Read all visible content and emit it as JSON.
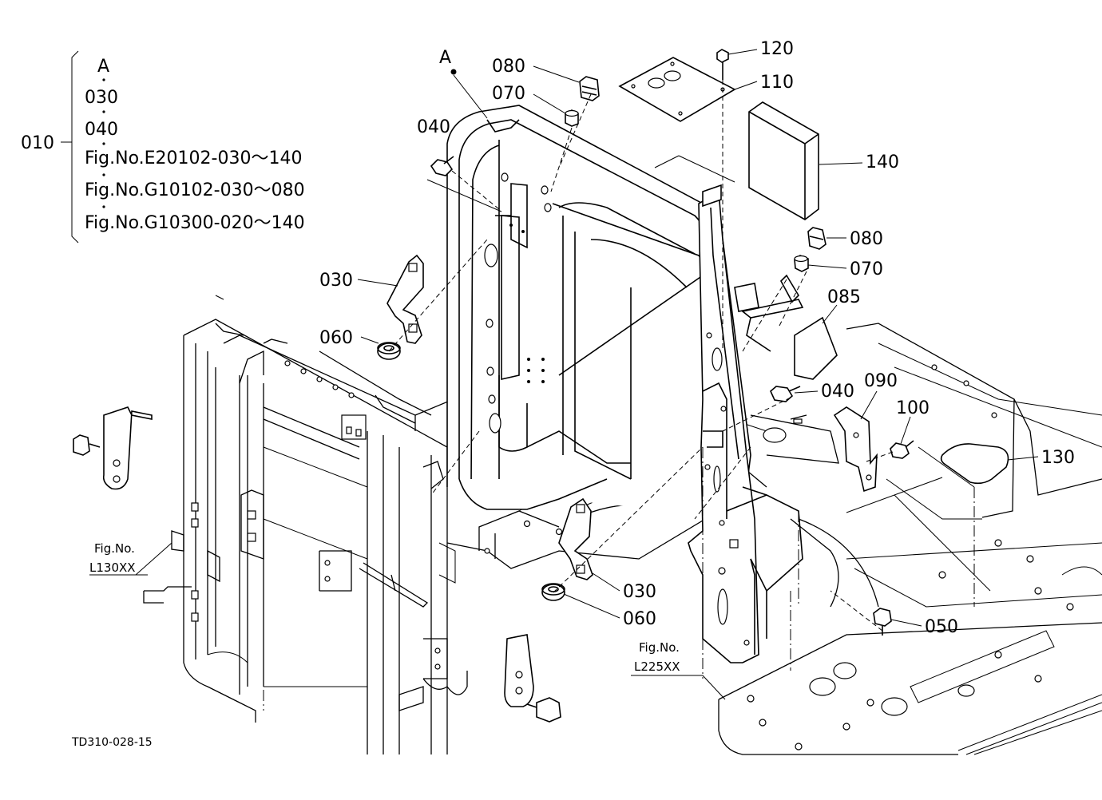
{
  "legend": {
    "assembly_code": "010",
    "items": [
      "A",
      "030",
      "040",
      "Fig.No.E20102-030～140",
      "Fig.No.G10102-030～080",
      "Fig.No.G10300-020～140"
    ]
  },
  "callouts": {
    "point_a": "A",
    "c080_top": "080",
    "c070_top": "070",
    "c120": "120",
    "c110": "110",
    "c140": "140",
    "c040_left": "040",
    "c080_right": "080",
    "c070_right": "070",
    "c085": "085",
    "c030_upper": "030",
    "c060_upper": "060",
    "c040_right": "040",
    "c090": "090",
    "c100": "100",
    "c130": "130",
    "c030_lower": "030",
    "c060_lower": "060",
    "c050": "050"
  },
  "refs": {
    "l130": {
      "line1": "Fig.No.",
      "line2": "L130XX"
    },
    "l225": {
      "line1": "Fig.No.",
      "line2": "L225XX"
    }
  },
  "drawing_code": "TD310-028-15"
}
